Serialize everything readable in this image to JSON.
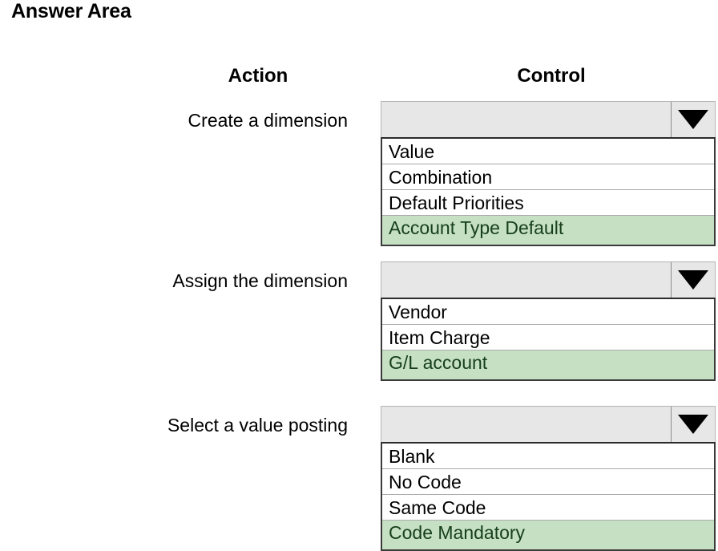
{
  "page": {
    "title": "Answer Area",
    "accent_selected_bg": "#c6e0c4",
    "combobox_bg": "#e7e7e7"
  },
  "headers": {
    "action": "Action",
    "control": "Control"
  },
  "rows": [
    {
      "label": "Create a dimension",
      "control": {
        "type": "dropdown",
        "value": "",
        "placeholder": "",
        "arrow_icon": "chevron-down-icon",
        "options": [
          {
            "label": "Value",
            "selected": false
          },
          {
            "label": "Combination",
            "selected": false
          },
          {
            "label": "Default Priorities",
            "selected": false
          },
          {
            "label": "Account Type Default",
            "selected": true
          }
        ]
      }
    },
    {
      "label": "Assign the dimension",
      "control": {
        "type": "dropdown",
        "value": "",
        "placeholder": "",
        "arrow_icon": "chevron-down-icon",
        "options": [
          {
            "label": "Vendor",
            "selected": false
          },
          {
            "label": "Item Charge",
            "selected": false
          },
          {
            "label": "G/L account",
            "selected": true
          }
        ]
      }
    },
    {
      "label": "Select a value posting",
      "control": {
        "type": "dropdown",
        "value": "",
        "placeholder": "",
        "arrow_icon": "chevron-down-icon",
        "options": [
          {
            "label": "Blank",
            "selected": false
          },
          {
            "label": "No Code",
            "selected": false
          },
          {
            "label": "Same Code",
            "selected": false
          },
          {
            "label": "Code Mandatory",
            "selected": true
          }
        ]
      }
    }
  ]
}
